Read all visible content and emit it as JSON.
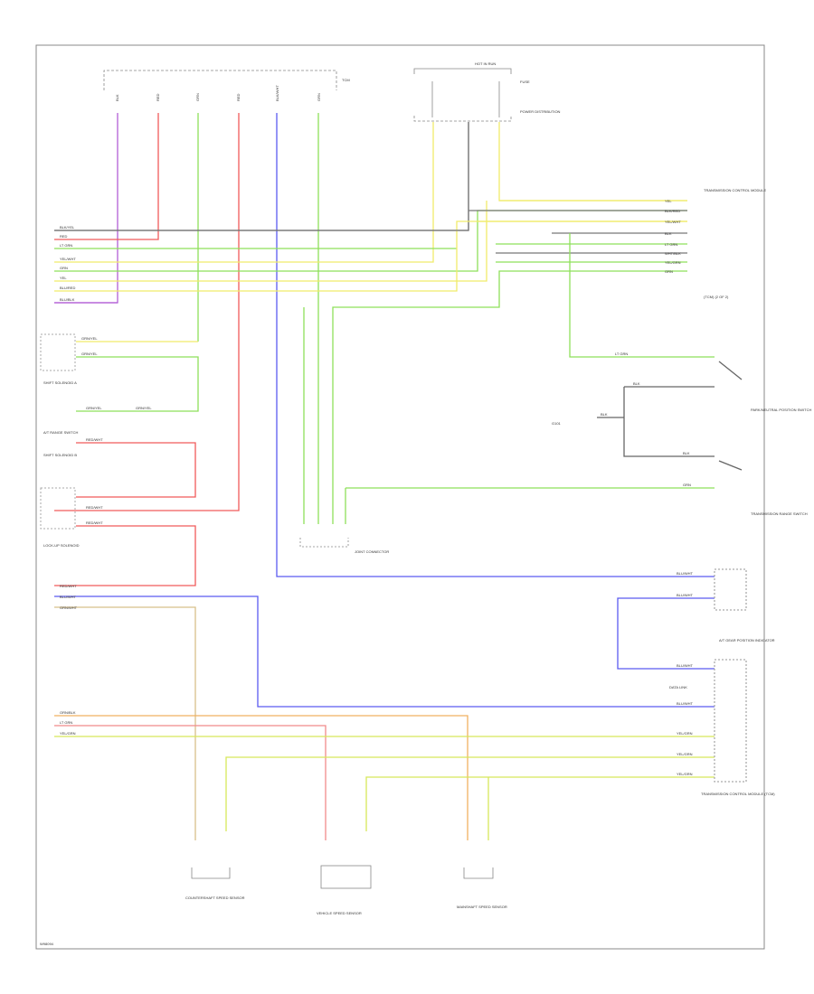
{
  "colors": {
    "purple": "#b25fd6",
    "red": "#f05a5a",
    "green": "#8ee05a",
    "blue": "#5a5af0",
    "yellow": "#f0ec6a",
    "black": "#555555",
    "gray": "#999999",
    "orange": "#f0b060",
    "tan": "#d8c08a",
    "pink": "#f08a8a"
  },
  "texts": {
    "top_connector_pins": [
      "BLK",
      "RED",
      "GRN",
      "RED",
      "BLK/WHT",
      "GRN"
    ],
    "top_connector_label": "TCM",
    "top_right_box_title": "HOT IN RUN",
    "top_right_box_sub": "FUSE",
    "power_label": "POWER DISTRIBUTION",
    "left_harness_wires": [
      "BLK/YEL",
      "RED",
      "LT GRN",
      "YEL/WHT",
      "GRN",
      "YEL",
      "BLU/RED",
      "BLU/BLK"
    ],
    "right_harness_wires": [
      "YEL",
      "BLK/RED",
      "YEL/WHT",
      "BLK",
      "LT GRN",
      "WHT/BLK",
      "YEL/GRN",
      "GRN"
    ],
    "right_harness_title": "TRANSMISSION CONTROL MODULE",
    "right_harness_sub": "(TCM) (2 OF 2)",
    "sw1_wires": [
      "GRN/YEL",
      "GRN/YEL"
    ],
    "sw1_label": "SHIFT SOLENOID A",
    "sw2_wires": [
      "GRN/YEL",
      "GRN/YEL"
    ],
    "sw2_label": "A/T RANGE SWITCH",
    "sw3_wires": [
      "RED/WHT"
    ],
    "sw3_label": "SHIFT SOLENOID B",
    "sw4_wires": [
      "RED/WHT",
      "RED/WHT"
    ],
    "sw4_label": "LOCK-UP SOLENOID",
    "left_lower_wires": [
      "RED/WHT",
      "BLU/WHT",
      "GRN/WHT"
    ],
    "bottom_left_wires": [
      "ORN/BLK",
      "LT GRN",
      "YEL/GRN"
    ],
    "junction_label": "JOINT CONNECTOR",
    "mid_right_wires": [
      "LT GRN",
      "BLK",
      "BLK"
    ],
    "mid_right_label": "PARK/NEUTRAL POSITION SWITCH",
    "ground_label": "G101",
    "mid_right_blk": "BLK",
    "lower_right_grn": "GRN",
    "lower_right_label": "TRANSMISSION RANGE SWITCH",
    "right_conn_wires": [
      "BLU/WHT",
      "BLU/WHT",
      "BLU/WHT",
      "BLU/WHT",
      "YEL/GRN",
      "YEL/GRN",
      "YEL/GRN"
    ],
    "right_conn_label": "A/T GEAR POSITION INDICATOR",
    "right_conn_label2": "DATA LINK",
    "bottom_sensor1": "COUNTERSHAFT SPEED SENSOR",
    "bottom_sensor2": "VEHICLE SPEED SENSOR",
    "bottom_sensor3": "MAINSHAFT SPEED SENSOR",
    "bottom_right_label": "TRANSMISSION CONTROL MODULE (TCM)",
    "footer": "W98094"
  }
}
